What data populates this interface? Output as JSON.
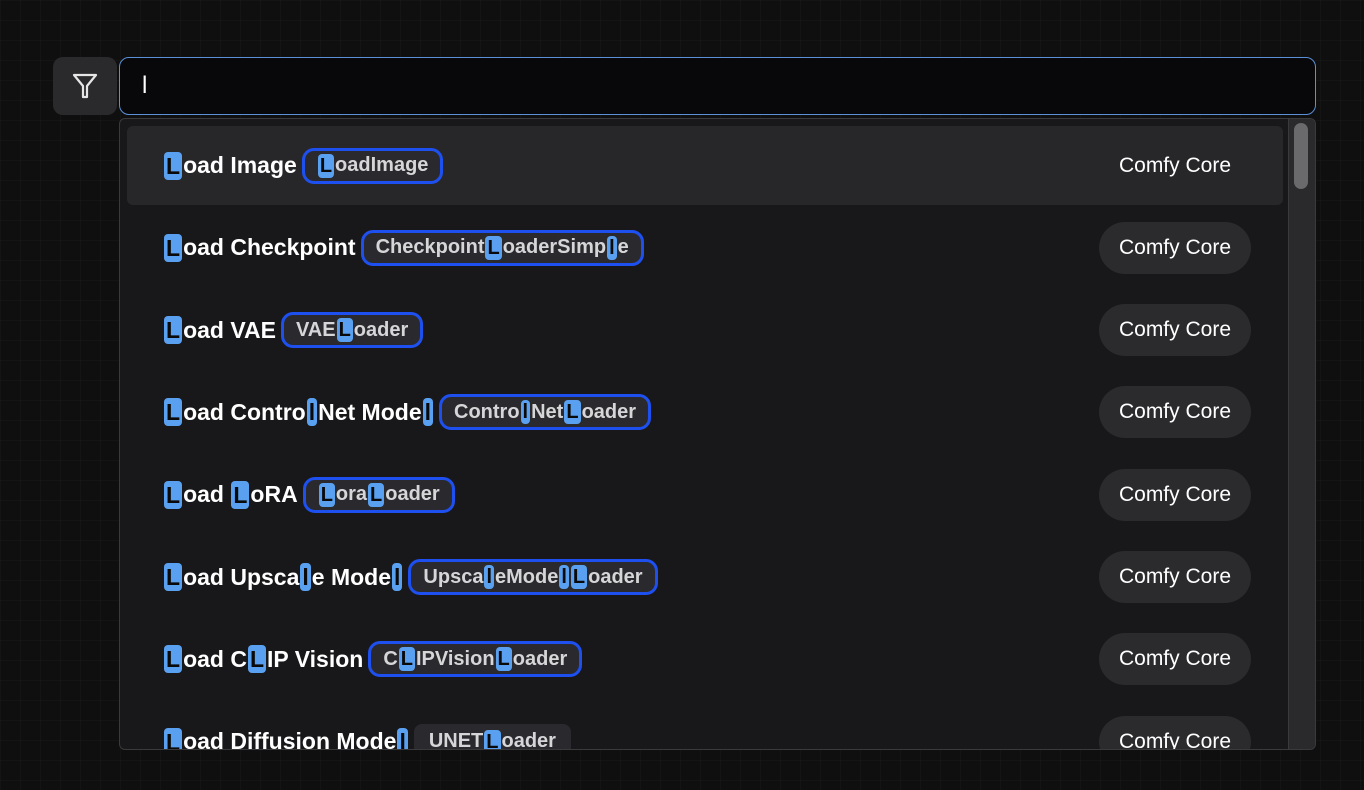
{
  "search": {
    "value": "l",
    "filter_icon": "filter-funnel-icon"
  },
  "colors": {
    "accent_border": "#5b8fd6",
    "highlight": "#5aa0f0",
    "pill_border": "#1e50f0",
    "background": "#0f0f10",
    "dropdown_bg": "#18181a"
  },
  "results": [
    {
      "selected": true,
      "label": [
        {
          "t": "L",
          "h": true
        },
        {
          "t": "oad Image"
        }
      ],
      "node_name": [
        {
          "t": "L",
          "h": true
        },
        {
          "t": "oadImage"
        }
      ],
      "node_name_outlined": true,
      "source": "Comfy Core"
    },
    {
      "label": [
        {
          "t": "L",
          "h": true
        },
        {
          "t": "oad Checkpoint"
        }
      ],
      "node_name": [
        {
          "t": "Checkpoint"
        },
        {
          "t": "L",
          "h": true
        },
        {
          "t": "oaderSimp"
        },
        {
          "t": "l",
          "h": true
        },
        {
          "t": "e"
        }
      ],
      "node_name_outlined": true,
      "source": "Comfy Core"
    },
    {
      "label": [
        {
          "t": "L",
          "h": true
        },
        {
          "t": "oad VAE"
        }
      ],
      "node_name": [
        {
          "t": "VAE"
        },
        {
          "t": "L",
          "h": true
        },
        {
          "t": "oader"
        }
      ],
      "node_name_outlined": true,
      "source": "Comfy Core"
    },
    {
      "label": [
        {
          "t": "L",
          "h": true
        },
        {
          "t": "oad Contro"
        },
        {
          "t": "l",
          "h": true
        },
        {
          "t": "Net Mode"
        },
        {
          "t": "l",
          "h": true
        }
      ],
      "node_name": [
        {
          "t": "Contro"
        },
        {
          "t": "l",
          "h": true
        },
        {
          "t": "Net"
        },
        {
          "t": "L",
          "h": true
        },
        {
          "t": "oader"
        }
      ],
      "node_name_outlined": true,
      "source": "Comfy Core"
    },
    {
      "label": [
        {
          "t": "L",
          "h": true
        },
        {
          "t": "oad "
        },
        {
          "t": "L",
          "h": true
        },
        {
          "t": "oRA"
        }
      ],
      "node_name": [
        {
          "t": "L",
          "h": true
        },
        {
          "t": "ora"
        },
        {
          "t": "L",
          "h": true
        },
        {
          "t": "oader"
        }
      ],
      "node_name_outlined": true,
      "source": "Comfy Core"
    },
    {
      "label": [
        {
          "t": "L",
          "h": true
        },
        {
          "t": "oad Upsca"
        },
        {
          "t": "l",
          "h": true
        },
        {
          "t": "e Mode"
        },
        {
          "t": "l",
          "h": true
        }
      ],
      "node_name": [
        {
          "t": "Upsca"
        },
        {
          "t": "l",
          "h": true
        },
        {
          "t": "eMode"
        },
        {
          "t": "l",
          "h": true
        },
        {
          "t": "L",
          "h": true
        },
        {
          "t": "oader"
        }
      ],
      "node_name_outlined": true,
      "source": "Comfy Core"
    },
    {
      "label": [
        {
          "t": "L",
          "h": true
        },
        {
          "t": "oad C"
        },
        {
          "t": "L",
          "h": true
        },
        {
          "t": "IP Vision"
        }
      ],
      "node_name": [
        {
          "t": "C"
        },
        {
          "t": "L",
          "h": true
        },
        {
          "t": "IPVision"
        },
        {
          "t": "L",
          "h": true
        },
        {
          "t": "oader"
        }
      ],
      "node_name_outlined": true,
      "source": "Comfy Core"
    },
    {
      "label": [
        {
          "t": "L",
          "h": true
        },
        {
          "t": "oad Diffusion Mode"
        },
        {
          "t": "l",
          "h": true
        }
      ],
      "node_name": [
        {
          "t": "UNET"
        },
        {
          "t": "L",
          "h": true
        },
        {
          "t": "oader"
        }
      ],
      "node_name_outlined": false,
      "source": "Comfy Core"
    }
  ]
}
